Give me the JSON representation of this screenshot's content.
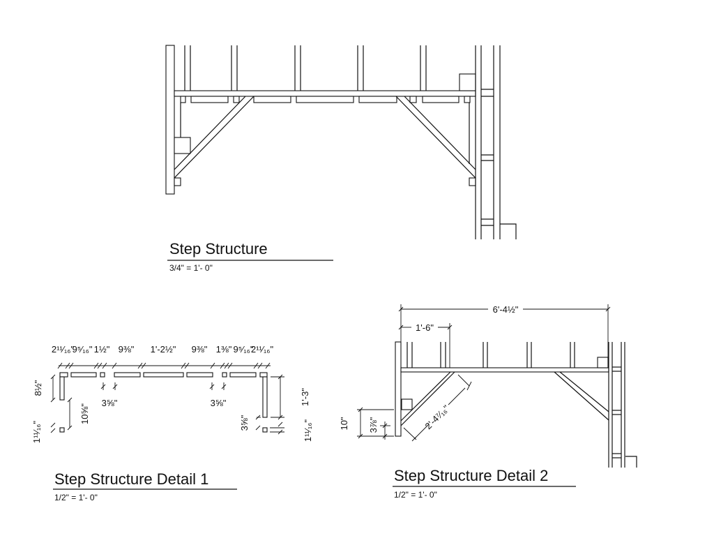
{
  "drawings": [
    {
      "title": "Step Structure",
      "scale": "3/4\" = 1'- 0\""
    },
    {
      "title": "Step Structure Detail 1",
      "scale": "1/2\" = 1'- 0\"",
      "horizontal_dims": [
        "2¹¹⁄₁₆\"",
        "9⁵⁄₁₆\"",
        "1½\"",
        "9⅜\"",
        "1'-2½\"",
        "9⅜\"",
        "1⅜\"",
        "9⁵⁄₁₆\"",
        "2¹¹⁄₁₆\""
      ],
      "left_dims": [
        "8½\"",
        "1¹¹⁄₁₆\"",
        "10⅝\""
      ],
      "gap_dims": [
        "3⅝\"",
        "3⅝\""
      ],
      "right_dims": [
        "3⅝\"",
        "1'-3\"",
        "1¹¹⁄₁₆\""
      ]
    },
    {
      "title": "Step Structure Detail 2",
      "scale": "1/2\" = 1'- 0\"",
      "overall_width": "6'-4½\"",
      "stud_spacing": "1'-6\"",
      "brace_length": "2'-4⁷⁄₁₆\"",
      "post_dim": "10\"",
      "brace_offset": "3⅞\""
    }
  ]
}
